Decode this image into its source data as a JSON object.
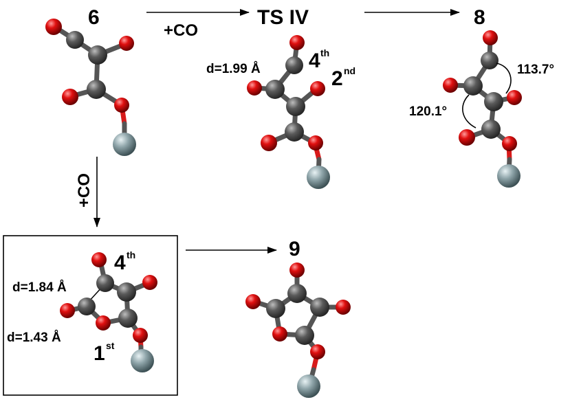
{
  "labels": {
    "c6": "6",
    "ts": "TS IV",
    "c8": "8",
    "c9": "9",
    "co_top": "+CO",
    "co_left": "+CO",
    "ts_dist": "d=1.99 Å",
    "ts_4": "4",
    "ts_4_sup": "th",
    "ts_2": "2",
    "ts_2_sup": "nd",
    "ang1": "113.7°",
    "ang2": "120.1°",
    "box_d1": "d=1.84 Å",
    "box_d2": "d=1.43 Å",
    "box_4": "4",
    "box_4_sup": "th",
    "box_1": "1",
    "box_1_sup": "st"
  },
  "colors": {
    "carbon": "#5a5a5a",
    "oxygen": "#e01010",
    "metal": "#8fa5aa",
    "arrow": "#000000"
  }
}
